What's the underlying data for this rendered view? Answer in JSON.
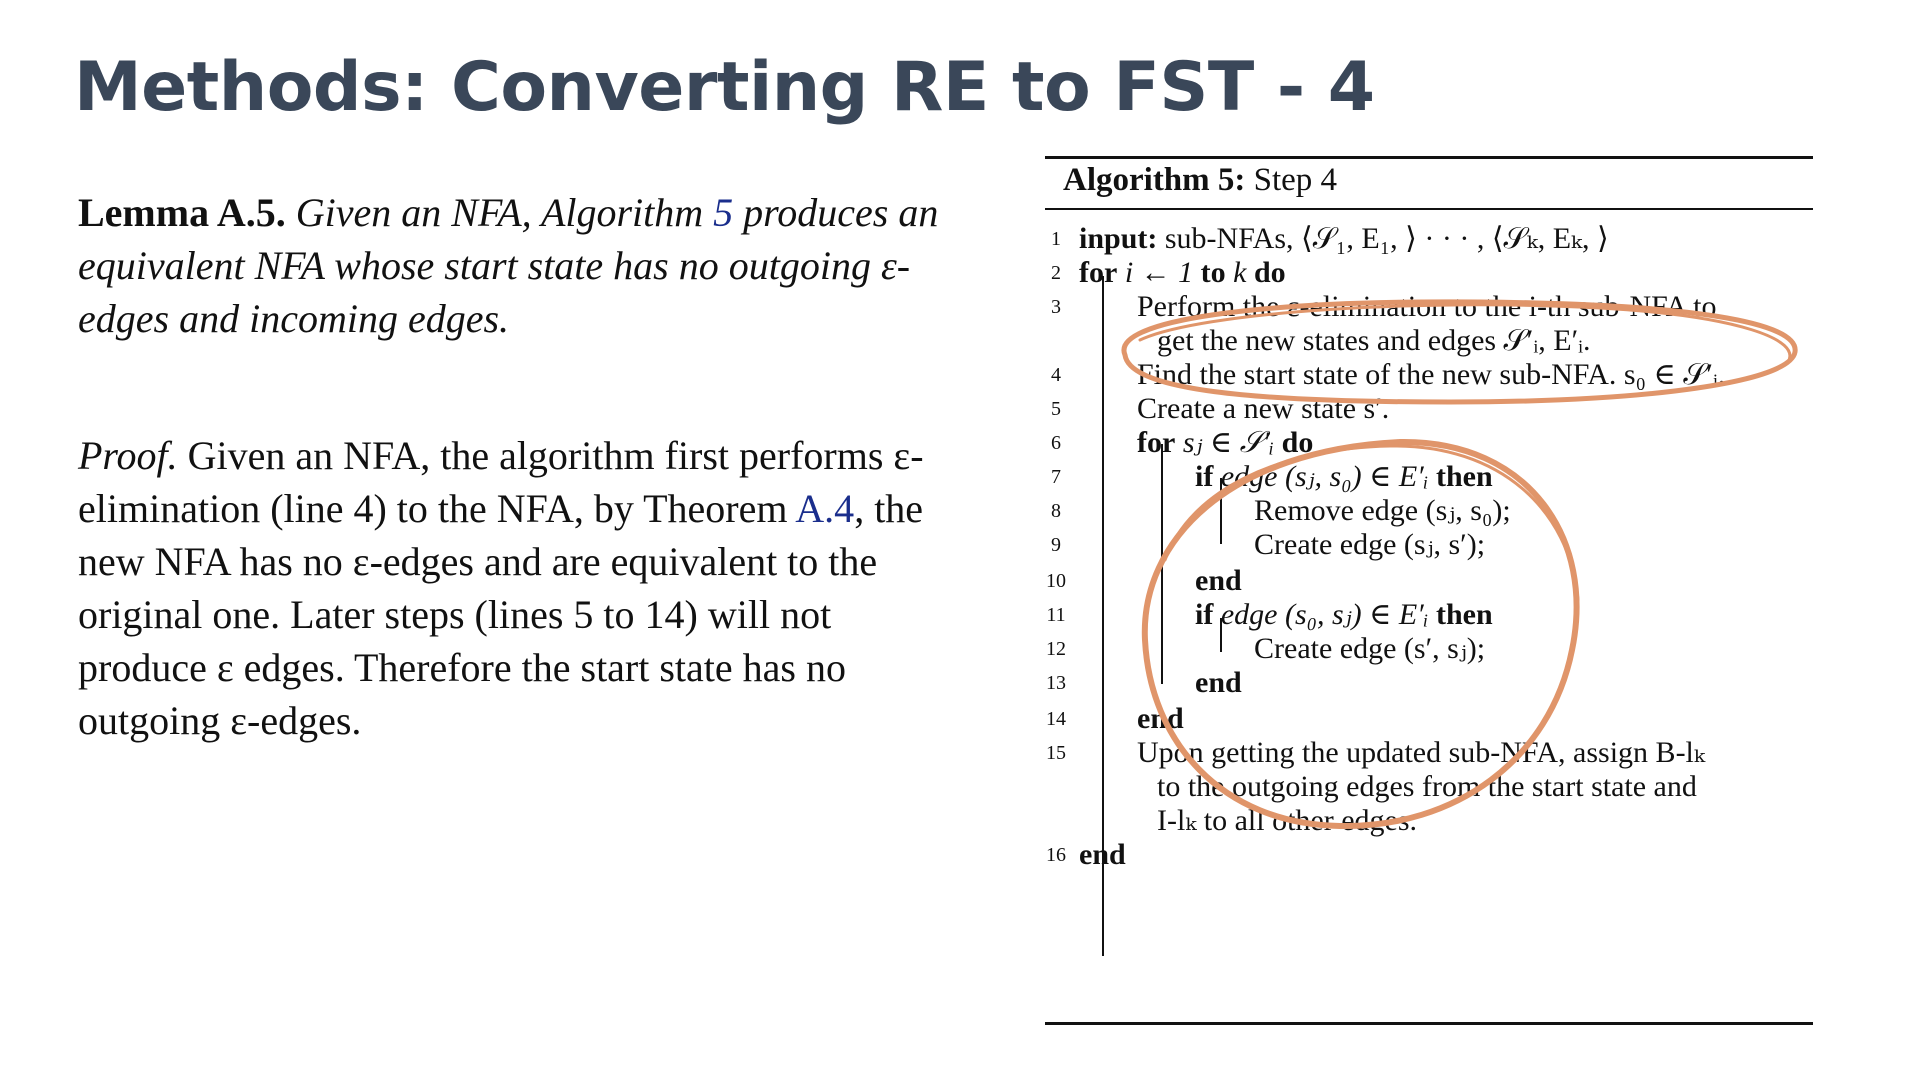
{
  "slide": {
    "title": "Methods: Converting RE to FST - 4"
  },
  "lemma": {
    "label": "Lemma A.5.",
    "text_1": "Given an NFA, Algorithm",
    "ref": "5",
    "text_2": "produces an equivalent NFA whose start state has no outgoing ε-edges and incoming edges."
  },
  "proof": {
    "label": "Proof.",
    "text_1": "Given an NFA, the algorithm first performs ε-elimination (line 4) to the NFA, by Theorem",
    "ref": "A.4",
    "text_2": ", the new NFA has no ε-edges and are equivalent to the original one. Later steps (lines 5 to 14) will not produce ε edges. Therefore the start state has no outgoing ε-edges."
  },
  "algorithm": {
    "title_bold": "Algorithm 5:",
    "title_rest": "Step 4",
    "lines": [
      {
        "num": "1",
        "kw": "input:",
        "text": "sub-NFAs, ⟨𝒮₁, E₁, ⟩ · · · , ⟨𝒮ₖ, Eₖ, ⟩"
      },
      {
        "num": "2",
        "kw": "for",
        "text": "i ← 1",
        "kw2": "to",
        "text2": "k",
        "kw3": "do"
      },
      {
        "num": "3",
        "text": "Perform the ε-elimination to the i-th sub-NFA to"
      },
      {
        "num": "",
        "text": "get the new states and edges 𝒮′ᵢ, E′ᵢ."
      },
      {
        "num": "4",
        "text": "Find the start state of the new sub-NFA. s₀ ∈ 𝒮′ᵢ."
      },
      {
        "num": "5",
        "text": "Create a new state s′."
      },
      {
        "num": "6",
        "kw": "for",
        "text": "sⱼ ∈ 𝒮′ᵢ",
        "kw3": "do"
      },
      {
        "num": "7",
        "kw": "if",
        "text": "edge (sⱼ, s₀) ∈ E′ᵢ",
        "kw3": "then"
      },
      {
        "num": "8",
        "text": "Remove edge (sⱼ, s₀);"
      },
      {
        "num": "9",
        "text": "Create edge (sⱼ, s′);"
      },
      {
        "num": "10",
        "kw": "end"
      },
      {
        "num": "11",
        "kw": "if",
        "text": "edge (s₀, sⱼ) ∈ E′ᵢ",
        "kw3": "then"
      },
      {
        "num": "12",
        "text": "Create edge (s′, sⱼ);"
      },
      {
        "num": "13",
        "kw": "end"
      },
      {
        "num": "14",
        "kw": "end"
      },
      {
        "num": "15",
        "text": "Upon getting the updated sub-NFA, assign B-lₖ"
      },
      {
        "num": "",
        "text": "to the outgoing edges from the start state and"
      },
      {
        "num": "",
        "text": "I-lₖ to all other edges."
      },
      {
        "num": "16",
        "kw": "end"
      }
    ]
  },
  "colors": {
    "title": "#3a4759",
    "reference": "#1a2e8c",
    "annotation": "#e0956a"
  }
}
